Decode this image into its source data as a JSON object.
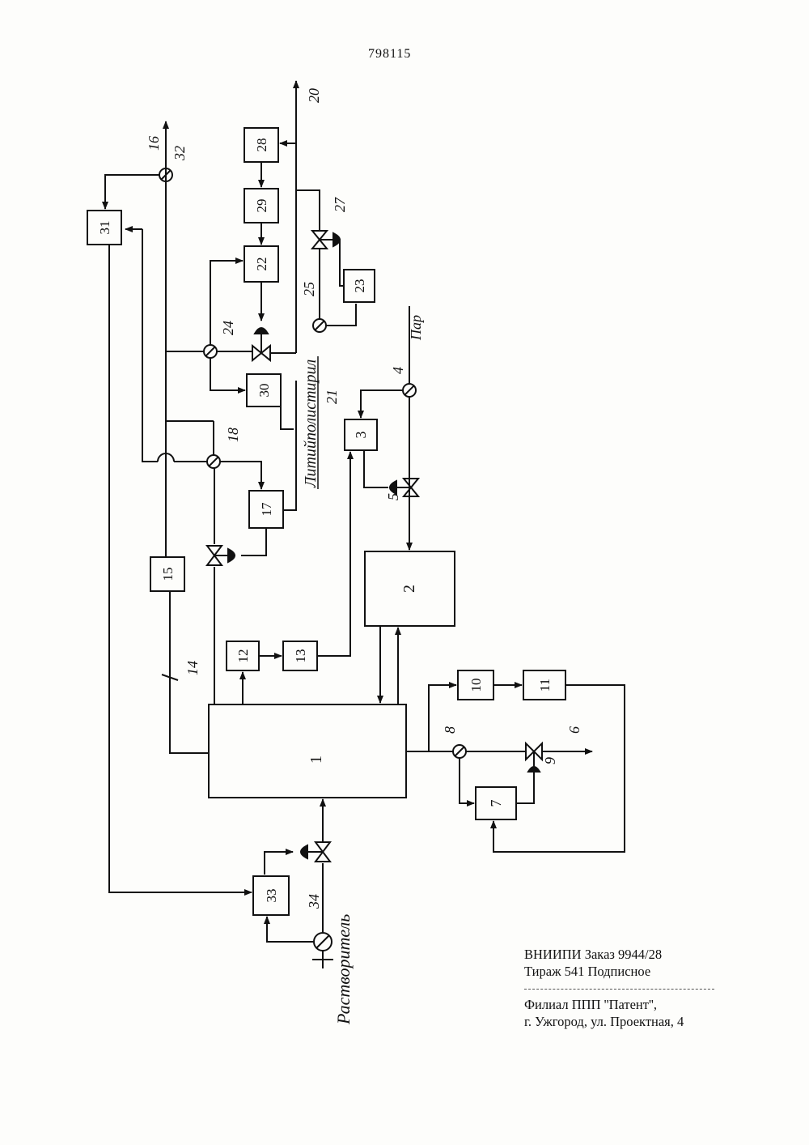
{
  "header": {
    "doc_number": "798115"
  },
  "labels": {
    "pravitel": "Растворитель",
    "steam": "Пар",
    "product": "Литийполистирил"
  },
  "blocks": [
    "1",
    "2",
    "3",
    "7",
    "10",
    "11",
    "12",
    "13",
    "15",
    "17",
    "22",
    "23",
    "28",
    "29",
    "30",
    "31",
    "33"
  ],
  "numbers": {
    "n4": "4",
    "n5": "5",
    "n6": "6",
    "n8": "8",
    "n9": "9",
    "n14": "14",
    "n16": "16",
    "n18": "18",
    "n20": "20",
    "n21": "21",
    "n24": "24",
    "n25": "25",
    "n27": "27",
    "n32": "32",
    "n34": "34"
  },
  "footer": {
    "line1": "ВНИИПИ   Заказ 9944/28",
    "line2": "Тираж 541     Подписное",
    "line3": "Филиал ППП ''Патент'',",
    "line4": "г. Ужгород, ул. Проектная, 4"
  }
}
